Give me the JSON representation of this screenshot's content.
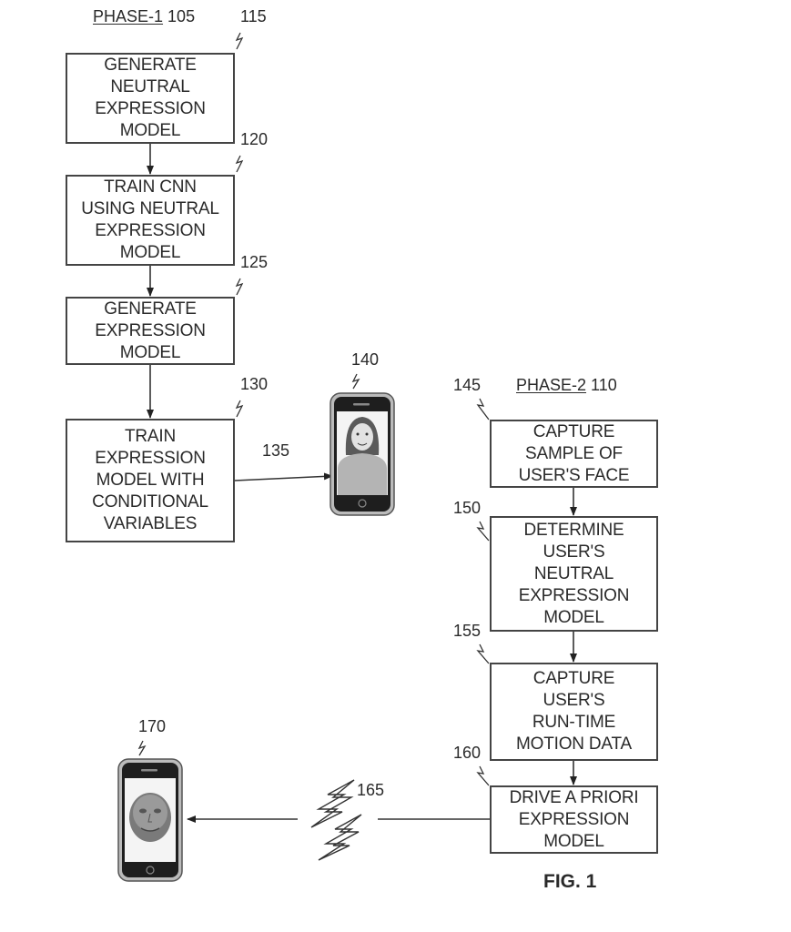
{
  "figure_label": "FIG. 1",
  "phase1": {
    "title": "PHASE-1",
    "ref": "105"
  },
  "phase2": {
    "title": "PHASE-2",
    "ref": "110"
  },
  "steps": [
    {
      "ref": "115",
      "text": "GENERATE\nNEUTRAL\nEXPRESSION\nMODEL"
    },
    {
      "ref": "120",
      "text": "TRAIN CNN\nUSING NEUTRAL\nEXPRESSION\nMODEL"
    },
    {
      "ref": "125",
      "text": "GENERATE\nEXPRESSION\nMODEL"
    },
    {
      "ref": "130",
      "text": "TRAIN\nEXPRESSION\nMODEL WITH\nCONDITIONAL\nVARIABLES"
    },
    {
      "ref": "145",
      "text": "CAPTURE\nSAMPLE OF\nUSER'S FACE"
    },
    {
      "ref": "150",
      "text": "DETERMINE\nUSER'S\nNEUTRAL\nEXPRESSION\nMODEL"
    },
    {
      "ref": "155",
      "text": "CAPTURE\nUSER'S\nRUN-TIME\nMOTION DATA"
    },
    {
      "ref": "160",
      "text": "DRIVE A PRIORI\nEXPRESSION\nMODEL"
    }
  ],
  "connections": [
    {
      "ref": "135"
    },
    {
      "ref": "165"
    }
  ],
  "devices": [
    {
      "ref": "140",
      "icon": "phone-with-avatar-icon"
    },
    {
      "ref": "170",
      "icon": "phone-with-3d-face-icon"
    }
  ]
}
